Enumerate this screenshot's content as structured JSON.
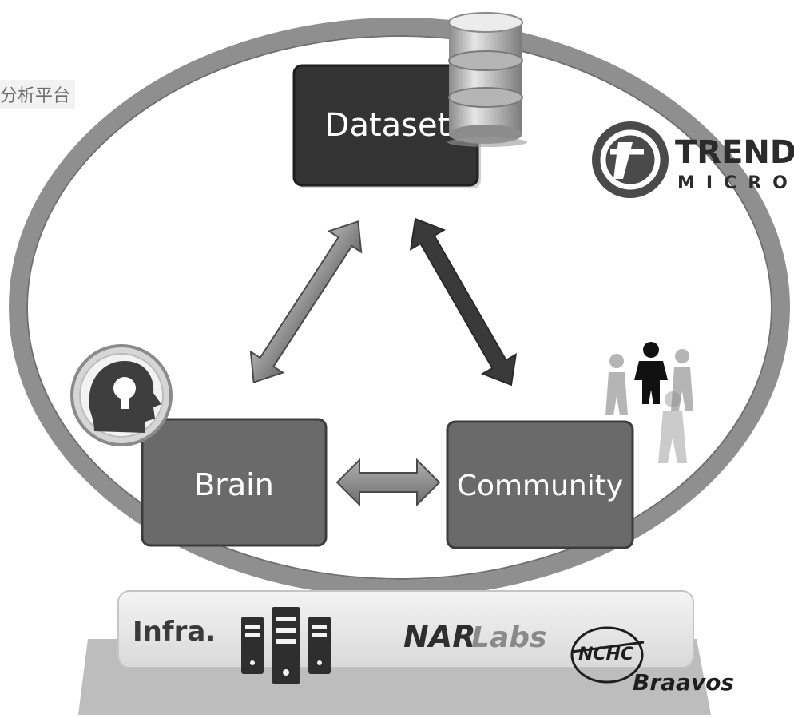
{
  "corner_text": "分析平台",
  "nodes": {
    "dataset": "Dataset",
    "brain": "Brain",
    "community": "Community"
  },
  "infra": {
    "label": "Infra.",
    "narlabs_nar": "NAR",
    "narlabs_labs": "Labs",
    "ncho": "NCHC",
    "braavos": "Braavos"
  },
  "trend_micro": {
    "line1": "TREND",
    "line2": "MICRO"
  },
  "colors": {
    "dataset_fill": "#333333",
    "node_fill": "#6a6a6a",
    "ring": "#8f8f8f"
  },
  "icons": [
    "database-icon",
    "brain-head-icon",
    "people-circle-icon",
    "server-icon",
    "trend-micro-logo-icon"
  ]
}
